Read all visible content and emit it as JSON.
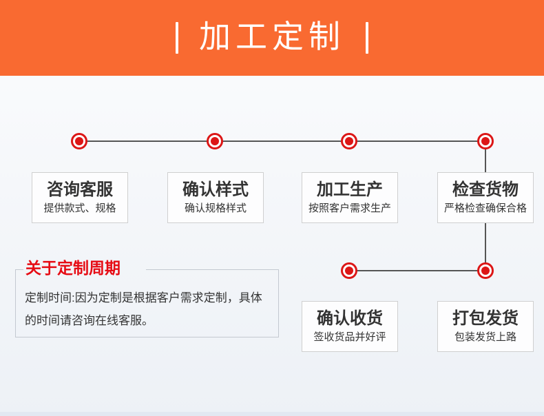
{
  "header": {
    "title": "加工定制",
    "bg_color": "#f96a31",
    "text_color": "#ffffff"
  },
  "flow": {
    "dot_color": "#dc1616",
    "line_color": "#555555",
    "card_border_color": "#cfcfcf",
    "steps_row1": [
      {
        "title": "咨询客服",
        "subtitle": "提供款式、规格"
      },
      {
        "title": "确认样式",
        "subtitle": "确认规格样式"
      },
      {
        "title": "加工生产",
        "subtitle": "按照客户需求生产"
      },
      {
        "title": "检查货物",
        "subtitle": "严格检查确保合格"
      }
    ],
    "steps_row2": [
      {
        "title": "确认收货",
        "subtitle": "签收货品并好评"
      },
      {
        "title": "打包发货",
        "subtitle": "包装发货上路"
      }
    ]
  },
  "about": {
    "title": "关于定制周期",
    "title_color": "#e60c14",
    "body": "定制时间:因为定制是根据客户需求定制，具体的时间请咨询在线客服。"
  }
}
